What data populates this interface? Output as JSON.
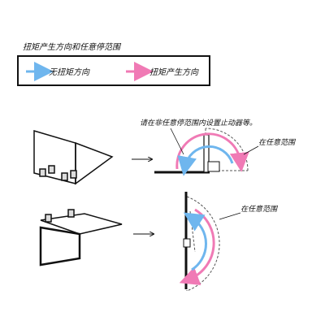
{
  "title": "扭矩产生方向和任意停范围",
  "legend": {
    "no_torque": "无扭矩方向",
    "torque": "扭矩产生方向"
  },
  "annotations": {
    "install_stop": "请在非任意停范围内设置止动器等。",
    "free_stop_top": "在任意范围",
    "free_stop_bottom": "在任意范围"
  },
  "colors": {
    "no_torque": "#6fb6ee",
    "torque": "#f07ab5",
    "line": "#111111",
    "dashed": "#555555"
  }
}
